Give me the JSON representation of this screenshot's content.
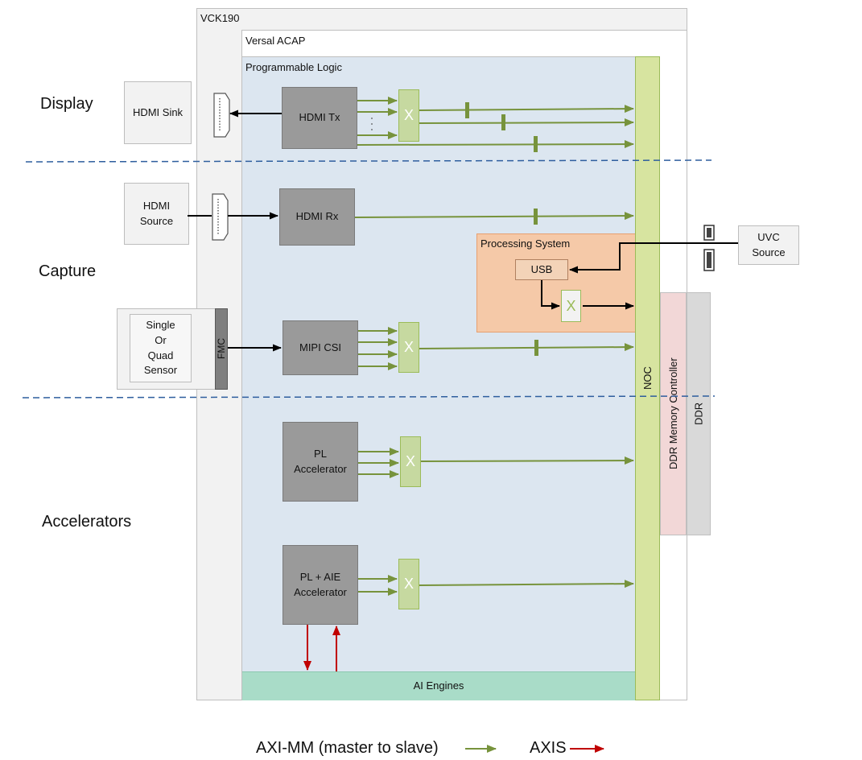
{
  "board": {
    "label": "VCK190"
  },
  "device": {
    "label": "Versal ACAP"
  },
  "pl": {
    "label": "Programmable Logic"
  },
  "sections": {
    "display": "Display",
    "capture": "Capture",
    "accelerators": "Accelerators"
  },
  "external": {
    "hdmi_sink": "HDMI Sink",
    "hdmi_source": "HDMI\nSource",
    "sensor": "Single\nOr\nQuad\nSensor",
    "fmc": "FMC",
    "uvc_source": "UVC\nSource"
  },
  "blocks": {
    "hdmi_tx": "HDMI Tx",
    "hdmi_rx": "HDMI Rx",
    "mipi_csi": "MIPI CSI",
    "pl_accel": "PL\nAccelerator",
    "pl_aie_accel": "PL + AIE\nAccelerator",
    "usb": "USB"
  },
  "ps": {
    "label": "Processing System"
  },
  "noc": {
    "label": "NOC"
  },
  "ddr_mc": {
    "label": "DDR Memory Controller"
  },
  "ddr": {
    "label": "DDR"
  },
  "ai_engines": {
    "label": "AI Engines"
  },
  "interconnect": {
    "symbol": "X"
  },
  "legend": {
    "axi_mm": "AXI-MM (master to slave)",
    "axis": "AXIS"
  },
  "colors": {
    "axi_mm": "#77933c",
    "axis": "#c00000",
    "noc": "#d7e4a0",
    "ps": "#f5c9a8",
    "ai_engines": "#a9dcc8",
    "pl_bg": "#dce6f0",
    "ddr_mc": "#f2d7d7",
    "ddr": "#d9d9d9"
  }
}
